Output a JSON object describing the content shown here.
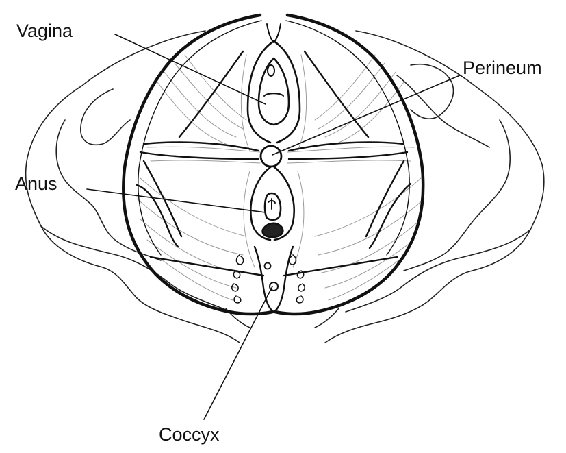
{
  "labels": {
    "vagina": "Vagina",
    "perineum": "Perineum",
    "anus": "Anus",
    "coccyx": "Coccyx"
  },
  "colors": {
    "ink": "#111111",
    "fiber": "#9a9a9a",
    "background": "#ffffff"
  }
}
